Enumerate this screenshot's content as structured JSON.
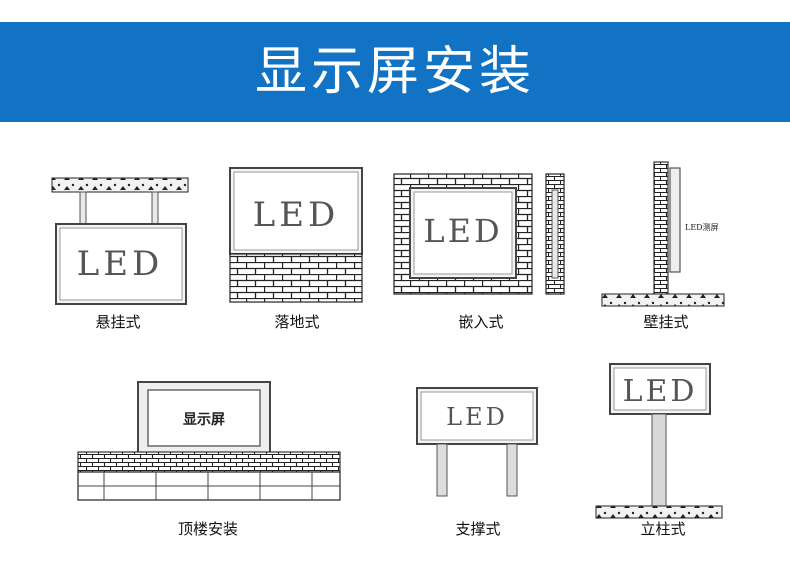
{
  "title": "显示屏安装",
  "led_text": "LED",
  "small_led_text": "LED测屏",
  "roof_screen_text": "显示屏",
  "items": [
    {
      "label": "悬挂式"
    },
    {
      "label": "落地式"
    },
    {
      "label": "嵌入式"
    },
    {
      "label": "壁挂式"
    },
    {
      "label": "顶楼安装"
    },
    {
      "label": "支撑式"
    },
    {
      "label": "立柱式"
    }
  ],
  "colors": {
    "banner": "#1273c4",
    "banner_text": "#ffffff"
  }
}
